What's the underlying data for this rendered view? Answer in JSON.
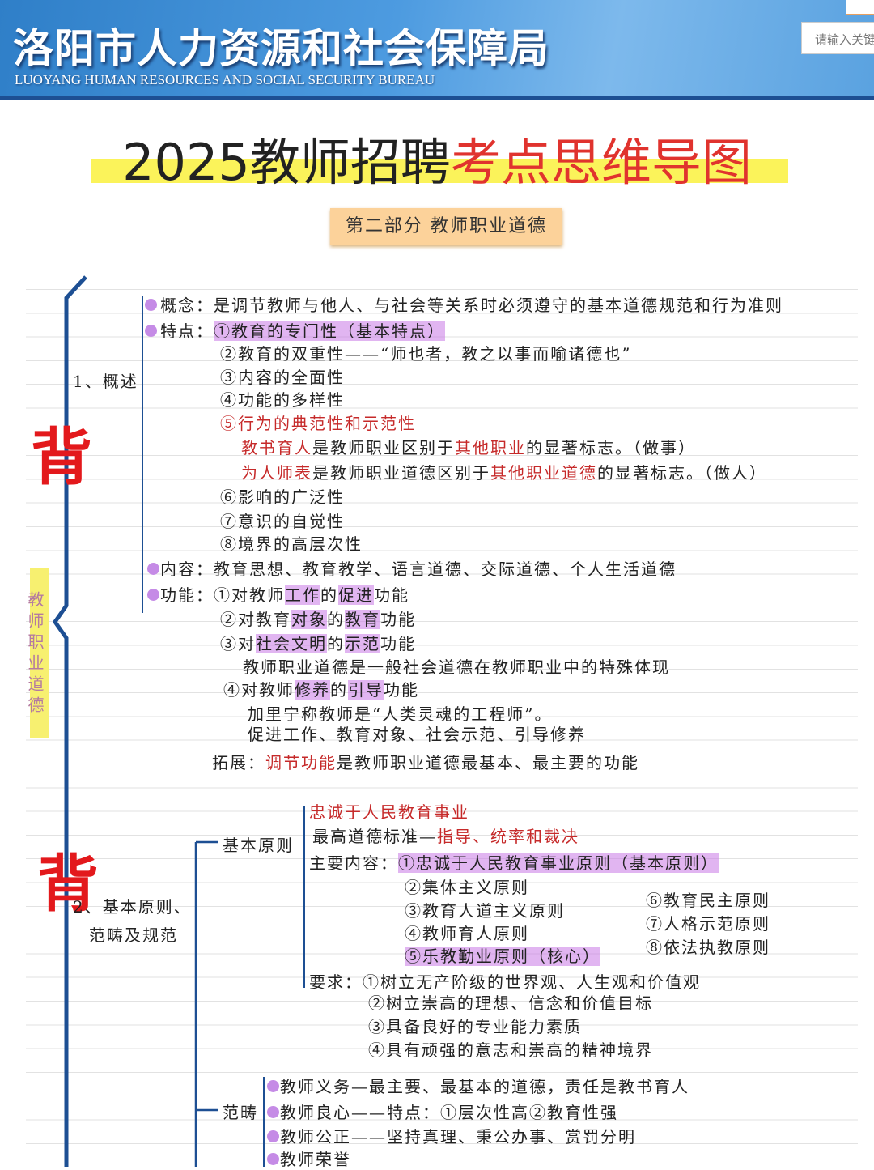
{
  "header": {
    "title": "洛阳市人力资源和社会保障局",
    "subtitle": "LUOYANG HUMAN RESOURCES AND SOCIAL SECURITY BUREAU",
    "search_placeholder": "请输入关键"
  },
  "title": {
    "black": "2025教师招聘",
    "red": "考点思维导图"
  },
  "section_tag": "第二部分  教师职业道德",
  "side": {
    "bei": "背",
    "vertical": "教师职业道德"
  },
  "labels": {
    "s1": "1、概述",
    "s2a": "2、基本原则、",
    "s2b": "范畴及规范",
    "basic": "基本原则",
    "category": "范畴"
  },
  "rows": [
    [
      [
        "n",
        "概念：是调节教师与他人、与社会等关系时必须遵守的基本道德规范和行为准则"
      ]
    ],
    [
      [
        "n",
        "特点："
      ],
      [
        "h",
        "①教育的专门性（基本特点）"
      ]
    ],
    [
      [
        "n",
        "②教育的双重性——“师也者，教之以事而喻诸德也”"
      ]
    ],
    [
      [
        "n",
        "③内容的全面性"
      ]
    ],
    [
      [
        "n",
        "④功能的多样性"
      ]
    ],
    [
      [
        "r",
        "⑤行为的典范性和示范性"
      ]
    ],
    [
      [
        "r",
        "教书育人"
      ],
      [
        "n",
        "是教师职业区别于"
      ],
      [
        "r",
        "其他职业"
      ],
      [
        "n",
        "的显著标志。（做事）"
      ]
    ],
    [
      [
        "r",
        "为人师表"
      ],
      [
        "n",
        "是教师职业道德区别于"
      ],
      [
        "r",
        "其他职业道德"
      ],
      [
        "n",
        "的显著标志。（做人）"
      ]
    ],
    [
      [
        "n",
        "⑥影响的广泛性"
      ]
    ],
    [
      [
        "n",
        "⑦意识的自觉性"
      ]
    ],
    [
      [
        "n",
        "⑧境界的高层次性"
      ]
    ],
    [
      [
        "n",
        "内容：教育思想、教育教学、语言道德、交际道德、个人生活道德"
      ]
    ],
    [
      [
        "n",
        "功能：①对教师"
      ],
      [
        "h",
        "工作"
      ],
      [
        "n",
        "的"
      ],
      [
        "h",
        "促进"
      ],
      [
        "n",
        "功能"
      ]
    ],
    [
      [
        "n",
        "②对教育"
      ],
      [
        "h",
        "对象"
      ],
      [
        "n",
        "的"
      ],
      [
        "h",
        "教育"
      ],
      [
        "n",
        "功能"
      ]
    ],
    [
      [
        "n",
        "③对"
      ],
      [
        "h",
        "社会文明"
      ],
      [
        "n",
        "的"
      ],
      [
        "h",
        "示范"
      ],
      [
        "n",
        "功能"
      ]
    ],
    [
      [
        "n",
        "教师职业道德是一般社会道德在教师职业中的特殊体现"
      ]
    ],
    [
      [
        "n",
        "④对教师"
      ],
      [
        "h",
        "修养"
      ],
      [
        "n",
        "的"
      ],
      [
        "h",
        "引导"
      ],
      [
        "n",
        "功能"
      ]
    ],
    [
      [
        "n",
        "加里宁称教师是“人类灵魂的工程师”。"
      ]
    ],
    [
      [
        "n",
        "促进工作、教育对象、社会示范、引导修养"
      ]
    ],
    [
      [
        "n",
        "拓展："
      ],
      [
        "r",
        "调节功能"
      ],
      [
        "n",
        "是教师职业道德最基本、最主要的功能"
      ]
    ],
    [
      [
        "r",
        "忠诚于人民教育事业"
      ]
    ],
    [
      [
        "n",
        "最高道德标准—"
      ],
      [
        "r",
        "指导、统率和裁决"
      ]
    ],
    [
      [
        "n",
        "主要内容："
      ],
      [
        "h",
        "①忠诚于人民教育事业原则（基本原则）"
      ]
    ],
    [
      [
        "n",
        "②集体主义原则"
      ]
    ],
    [
      [
        "n",
        "③教育人道主义原则"
      ]
    ],
    [
      [
        "n",
        "④教师育人原则"
      ]
    ],
    [
      [
        "h",
        "⑤乐教勤业原则（核心）"
      ]
    ],
    [
      [
        "n",
        "⑥教育民主原则"
      ]
    ],
    [
      [
        "n",
        "⑦人格示范原则"
      ]
    ],
    [
      [
        "n",
        "⑧依法执教原则"
      ]
    ],
    [
      [
        "n",
        "要求：①树立无产阶级的世界观、人生观和价值观"
      ]
    ],
    [
      [
        "n",
        "②树立崇高的理想、信念和价值目标"
      ]
    ],
    [
      [
        "n",
        "③具备良好的专业能力素质"
      ]
    ],
    [
      [
        "n",
        "④具有顽强的意志和崇高的精神境界"
      ]
    ],
    [
      [
        "n",
        "教师义务—最主要、最基本的道德，责任是教书育人"
      ]
    ],
    [
      [
        "n",
        "教师良心——特点：①层次性高②教育性强"
      ]
    ],
    [
      [
        "n",
        "教师公正——坚持真理、秉公办事、赏罚分明"
      ]
    ],
    [
      [
        "n",
        "教师荣誉"
      ]
    ]
  ],
  "colors": {
    "header_blue": "#2f7fc8",
    "accent_red": "#e3191c",
    "highlight_purple": "#c58be6",
    "title_yellow": "#fbf35a",
    "tag_orange": "#fcd29a",
    "brace_blue": "#1d4f93"
  }
}
